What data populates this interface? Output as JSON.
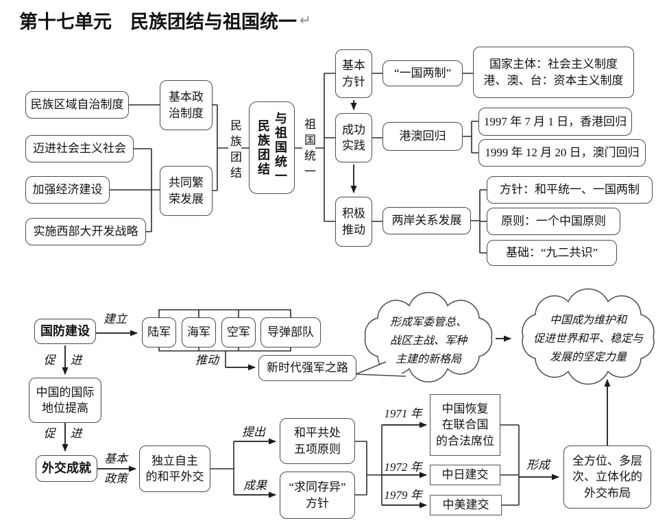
{
  "title": {
    "text": "第十七单元　民族团结与祖国统一",
    "return_mark": "↵"
  },
  "unity": {
    "regional_autonomy": "民族区域自治制度",
    "socialist_society": "迈进社会主义社会",
    "economic_construction": "加强经济建设",
    "western_development": "实施西部大开发战略",
    "basic_political_system": "基本政\n治制度",
    "common_prosperity": "共同繁\n荣发展",
    "label_national_unity": "民族团结",
    "center_col_left": "民族团结",
    "center_col_right": "与祖国统一",
    "label_reunification": "祖国统一",
    "basic_policy": "基本\n方针",
    "successful_practice": "成功\n实践",
    "active_promotion": "积极\n推动",
    "one_country_two_systems": "“一国两制”",
    "two_systems_detail": "国家主体：社会主义制度\n港、澳、台：资本主义制度",
    "hk_macao_return": "港澳回归",
    "hk_return": "1997 年 7 月 1 日，香港回归",
    "macao_return": "1999 年 12 月 20 日，澳门回归",
    "cross_strait_relations": "两岸关系发展",
    "strait_policy": "方针：和平统一、一国两制",
    "strait_principle": "原则：一个中国原则",
    "strait_basis": "基础：“九二共识”"
  },
  "defense": {
    "national_defense": "国防建设",
    "label_establish": "建立",
    "army": "陆军",
    "navy": "海军",
    "air_force": "空军",
    "missile_force": "导弹部队",
    "label_promote": "推动",
    "strong_army_road": "新时代强军之路",
    "cloud_military_structure": "形成军委管总、\n战区主战、军种\n主建的新格局",
    "label_cu": "促",
    "label_jin": "进",
    "international_status": "中国的国际\n地位提高"
  },
  "diplomacy": {
    "achievements": "外交成就",
    "label_basic": "基本",
    "label_policy": "政策",
    "independent_peaceful": "独立自主\n的和平外交",
    "label_propose": "提出",
    "label_result": "成果",
    "five_principles": "和平共处\n五项原则",
    "seek_common_ground": "“求同存异”\n方针",
    "year_1971": "1971 年",
    "year_1972": "1972 年",
    "year_1979": "1979 年",
    "un_seat_restored": "中国恢复\n在联合国\n的合法席位",
    "china_japan_ties": "中日建交",
    "china_us_ties": "中美建交",
    "label_form": "形成",
    "diplomatic_layout": "全方位、多层\n次、立体化的\n外交布局",
    "cloud_world_force": "中国成为维护和\n促进世界和平、稳定与\n发展的坚定力量"
  }
}
